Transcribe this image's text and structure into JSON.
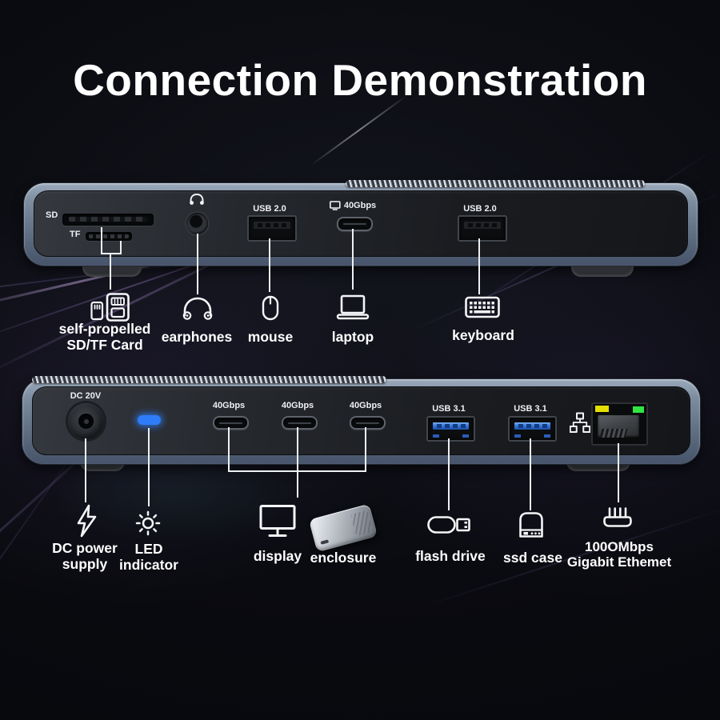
{
  "title": "Connection Demonstration",
  "front_panel": {
    "sd_label": "SD",
    "tf_label": "TF",
    "usb_a1_label": "USB 2.0",
    "usb_c_label": "40Gbps",
    "usb_a2_label": "USB 2.0",
    "devices": {
      "card": {
        "line1": "self-propelled",
        "line2": "SD/TF Card"
      },
      "earphones": {
        "label": "earphones"
      },
      "mouse": {
        "label": "mouse"
      },
      "laptop": {
        "label": "laptop"
      },
      "keyboard": {
        "label": "keyboard"
      }
    }
  },
  "back_panel": {
    "dc_label": "DC 20V",
    "usb_c1_label": "40Gbps",
    "usb_c2_label": "40Gbps",
    "usb_c3_label": "40Gbps",
    "usb_a1_label": "USB 3.1",
    "usb_a2_label": "USB 3.1",
    "devices": {
      "power": {
        "line1": "DC power",
        "line2": "supply"
      },
      "led": {
        "line1": "LED",
        "line2": "indicator"
      },
      "display": {
        "label": "display"
      },
      "enclosure": {
        "label": "enclosure"
      },
      "flash_drive": {
        "label": "flash drive"
      },
      "ssd_case": {
        "label": "ssd case"
      },
      "ethernet": {
        "line1": "100OMbps",
        "line2": "Gigabit Ethemet"
      }
    }
  },
  "icons": {
    "front": [
      "sd-tf-card-icon",
      "headphones-icon",
      "mouse-icon",
      "laptop-icon",
      "keyboard-icon"
    ],
    "back": [
      "lightning-bolt-icon",
      "brightness-sun-icon",
      "monitor-icon",
      "enclosure-image",
      "flash-drive-icon",
      "ssd-case-icon",
      "ethernet-router-icon",
      "network-tree-icon"
    ]
  },
  "colors": {
    "background": "#0a0b10",
    "text": "#ffffff",
    "chassis_bezel": "#74849a",
    "chassis_face": "#1d2024",
    "led_indicator_blue": "#2e7cf7",
    "usb31_port_blue": "#3a7de0",
    "ethernet_led_yellow": "#e3df00",
    "ethernet_led_green": "#2fe644"
  }
}
